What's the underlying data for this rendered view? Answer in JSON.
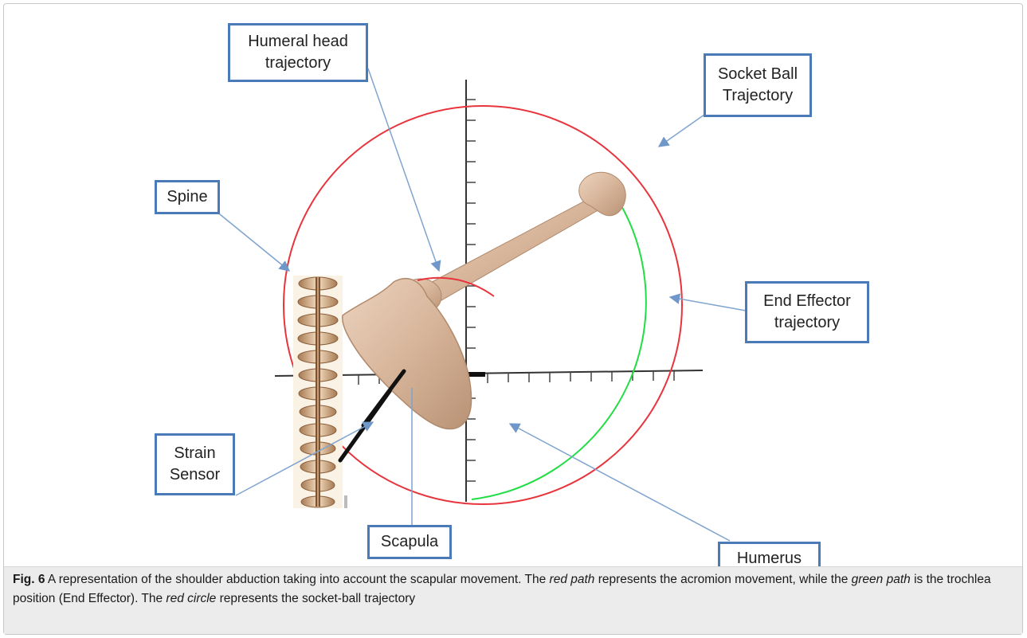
{
  "callouts": {
    "humeral_head": "Humeral head\ntrajectory",
    "socket_ball": "Socket Ball\nTrajectory",
    "spine": "Spine",
    "end_effector": "End Effector\ntrajectory",
    "strain_sensor": "Strain\nSensor",
    "scapula": "Scapula",
    "humerus": "Humerus"
  },
  "caption": {
    "fig_label": "Fig. 6",
    "part1": " A representation of the shoulder abduction taking into account the scapular movement. The ",
    "red_path": "red path",
    "part2": " represents the acromion movement, while the ",
    "green_path": "green path",
    "part3": " is the trochlea position (End Effector). The ",
    "red_circle": "red circle",
    "part4": " represents the socket-ball trajectory"
  },
  "colors": {
    "socket_ball_trajectory": "#e8343c",
    "end_effector_trajectory": "#22dd44",
    "callout_border": "#4a7ab8",
    "leader_line": "#7fa4cf",
    "bone": "#d9b9a0",
    "strain_sensor": "#111111"
  },
  "icons": {
    "spine": "vertebral-column-illustration",
    "humerus": "humerus-bone-illustration",
    "scapula": "scapula-bone-illustration"
  }
}
